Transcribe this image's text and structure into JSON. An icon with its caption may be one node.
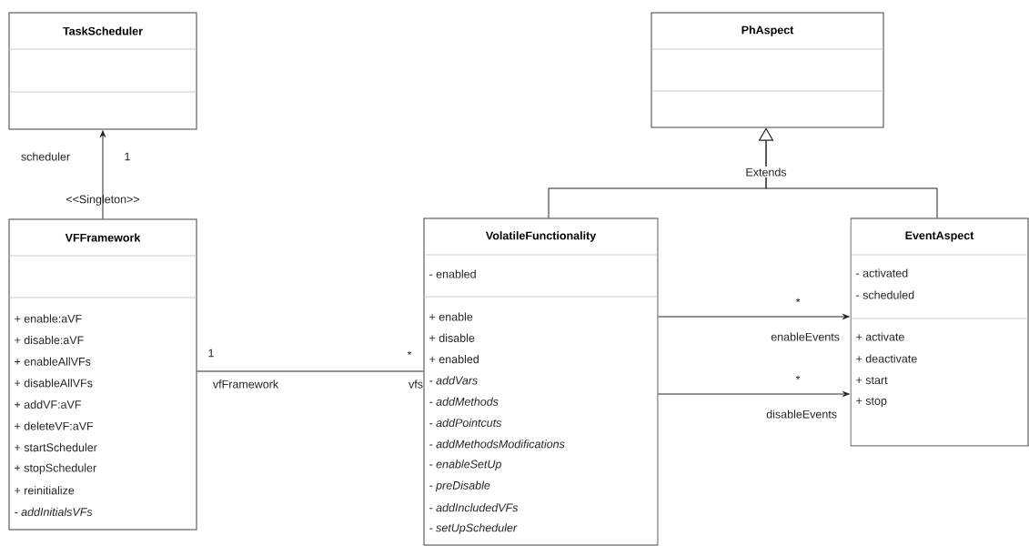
{
  "diagram": {
    "nodes": [
      {
        "text": [
          "TaskScheduler"
        ]
      },
      {
        "text": [
          "PhAspect"
        ]
      },
      {
        "text": [
          "VFFramework",
          "+ enable:aVF",
          "+ disable:aVF",
          "+ enableAllVFs",
          "+ disableAllVFs",
          "+ addVF:aVF",
          "+ deleteVF:aVF",
          "+ startScheduler",
          "+ stopScheduler",
          "+ reinitialize",
          "- addInitialsVFs"
        ],
        "beside": [
          "<<Singleton>>"
        ]
      },
      {
        "text": [
          "VolatileFunctionality",
          "- enabled",
          "+ enable",
          "+ disable",
          "+ enabled",
          "- addVars",
          "- addMethods",
          "- addPointcuts",
          "- addMethodsModifications",
          "- enableSetUp",
          "- preDisable",
          "- addIncludedVFs",
          "- setUpScheduler"
        ]
      },
      {
        "text": [
          "EventAspect",
          "- activated",
          "- scheduled",
          "+ activate",
          "+ deactivate",
          "+ start",
          "+ stop"
        ]
      }
    ],
    "edges": [
      {
        "from": 2,
        "to": 0,
        "arrow": "to",
        "label": "scheduler"
      },
      {
        "from": 2,
        "to": 3,
        "arrow": "none",
        "label": "vfFramework"
      },
      {
        "from": 3,
        "to": 1,
        "arrow": "to",
        "label": "Extends"
      },
      {
        "from": 4,
        "to": 1,
        "arrow": "to"
      },
      {
        "from": 3,
        "to": 4,
        "arrow": "to",
        "label": "enableEvents"
      },
      {
        "from": 3,
        "to": 4,
        "arrow": "to",
        "label": "disableEvents"
      }
    ],
    "labels": [
      "1",
      "1",
      "*",
      "vfs",
      "*",
      "*"
    ]
  }
}
